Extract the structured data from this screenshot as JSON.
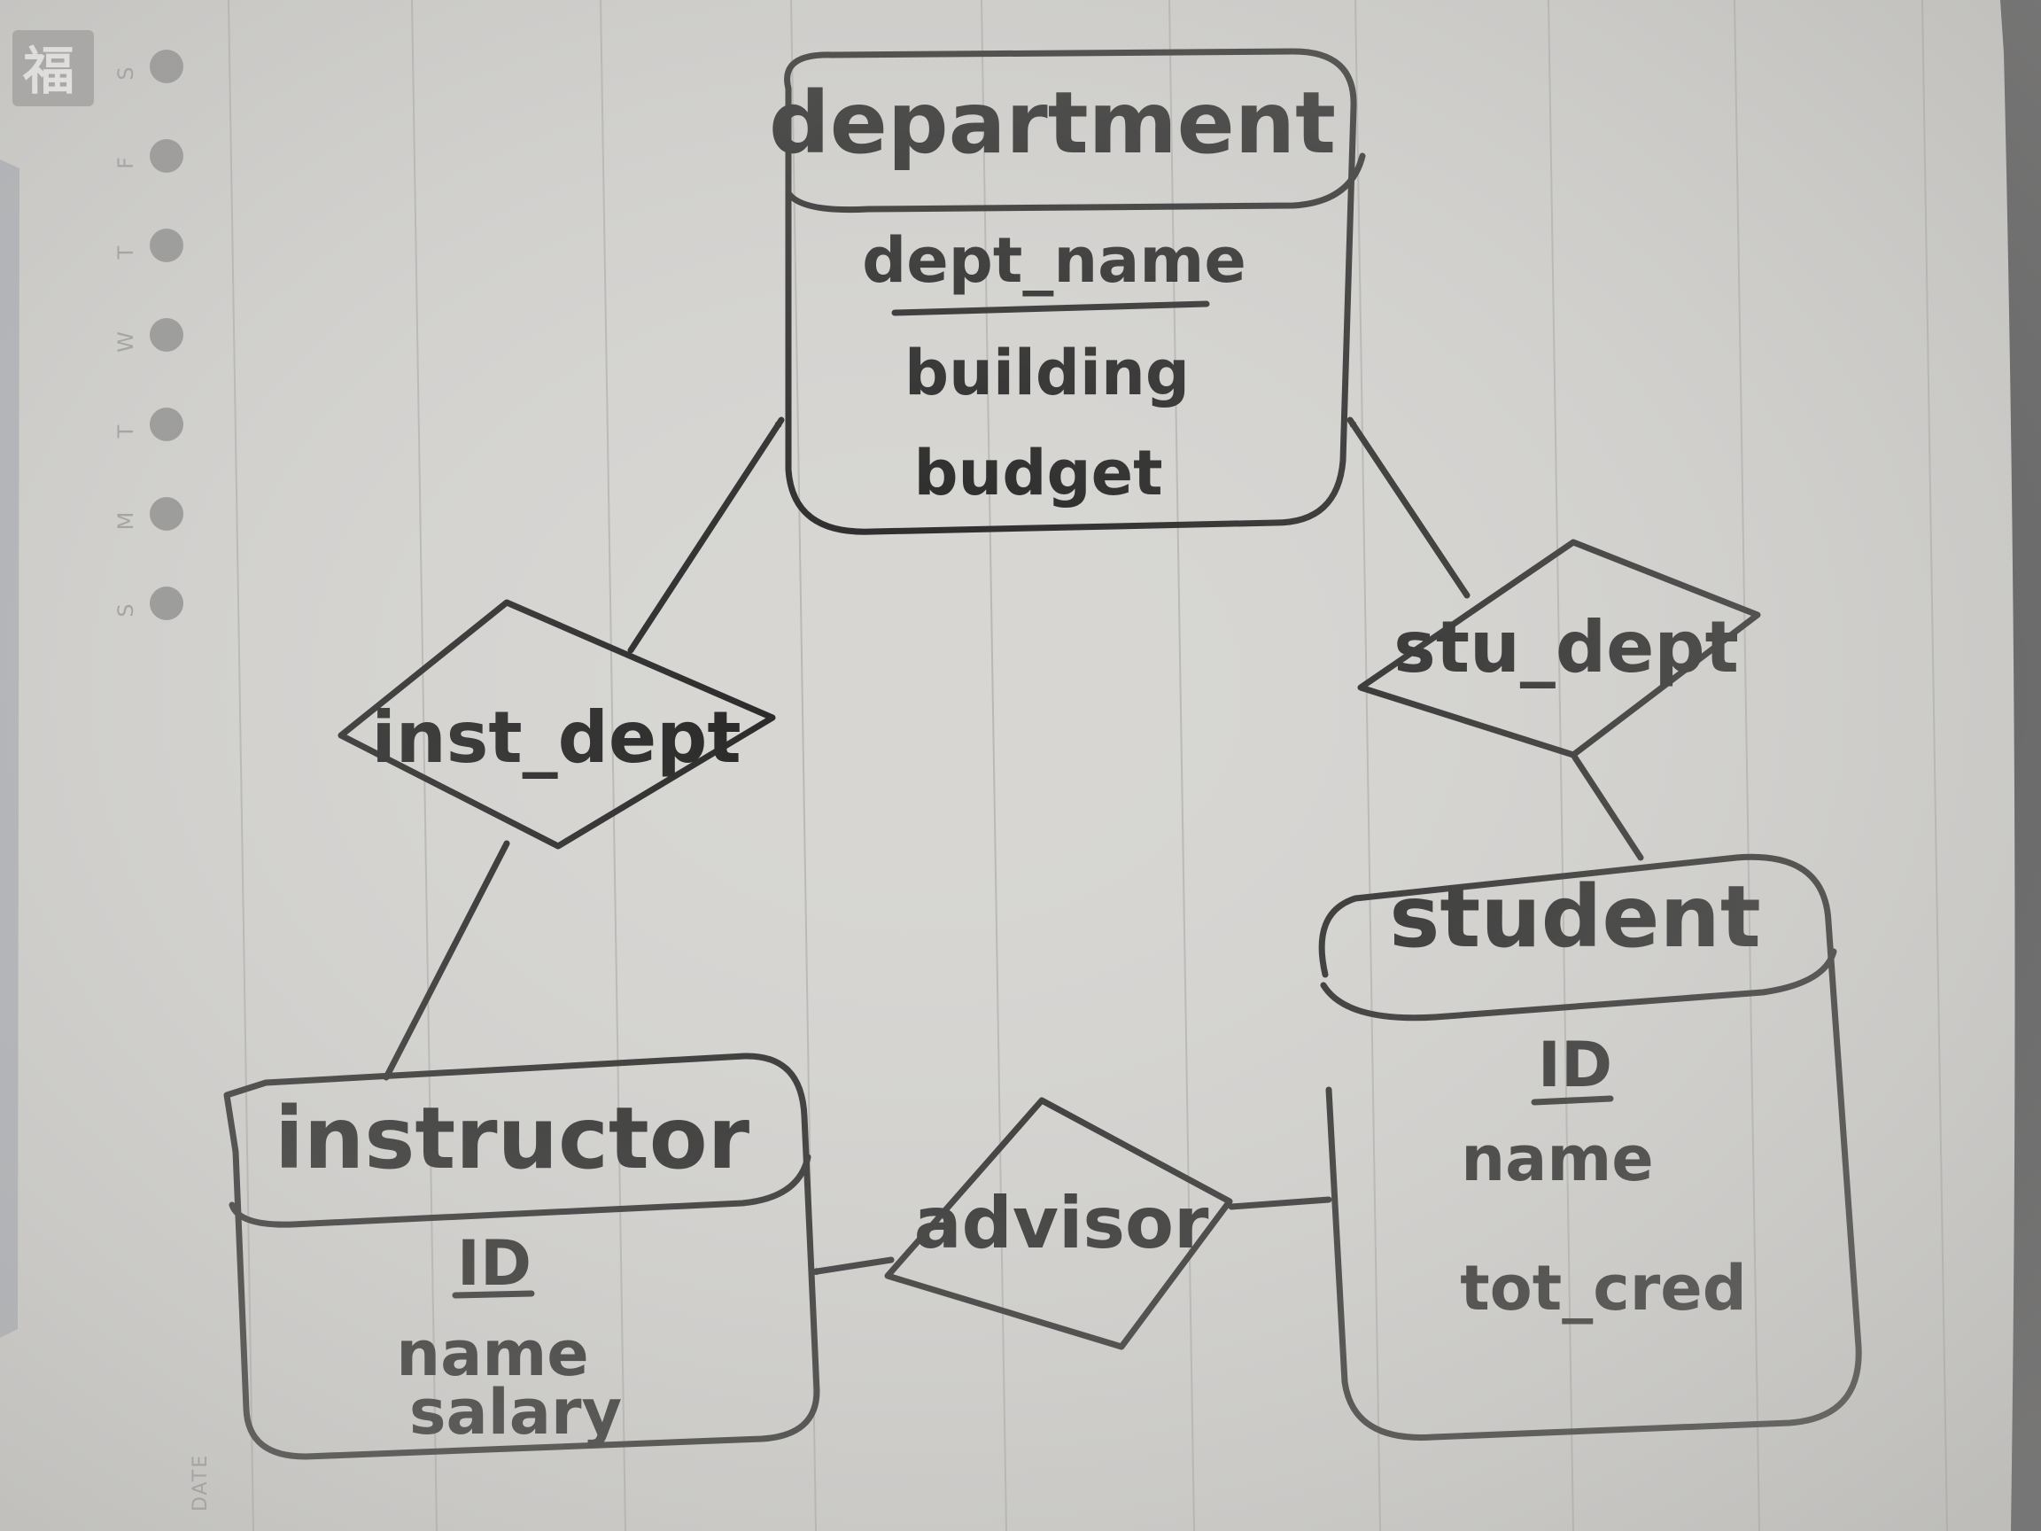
{
  "notebook": {
    "weekdays": [
      "S",
      "M",
      "T",
      "W",
      "T",
      "F",
      "S"
    ],
    "date_label": "DATE",
    "watermark": "福"
  },
  "entities": {
    "department": {
      "title": "department",
      "primary_key": "dept_name",
      "attributes": [
        "building",
        "budget"
      ]
    },
    "instructor": {
      "title": "instructor",
      "primary_key": "ID",
      "attributes": [
        "name",
        "salary"
      ]
    },
    "student": {
      "title": "student",
      "primary_key": "ID",
      "attributes": [
        "name",
        "tot_cred"
      ]
    }
  },
  "relationships": {
    "inst_dept": {
      "label": "inst_dept",
      "arrow_to": "department"
    },
    "stu_dept": {
      "label": "stu_dept",
      "arrow_to": "department"
    },
    "advisor": {
      "label": "advisor",
      "arrow_to": "instructor"
    }
  },
  "colors": {
    "paper": "#d6d5d2",
    "ruled_line": "#b5b4b1",
    "ink": "#222222",
    "dot": "#8f8f8f"
  }
}
